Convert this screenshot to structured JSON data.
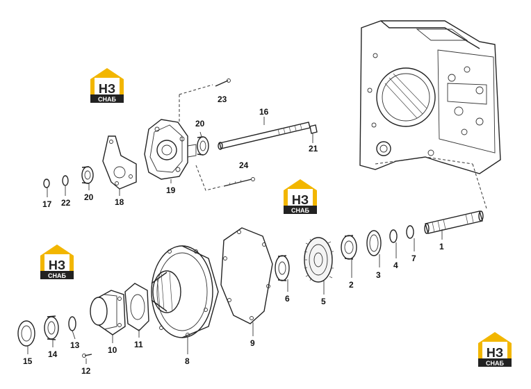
{
  "logo": {
    "main_text": "НЗ",
    "sub_text": "СНАБ",
    "roof_color": "#f2b600",
    "box_color": "#222222"
  },
  "callouts": {
    "c1": "1",
    "c2": "2",
    "c3": "3",
    "c4": "4",
    "c5": "5",
    "c6": "6",
    "c7": "7",
    "c8": "8",
    "c9": "9",
    "c10": "10",
    "c11": "11",
    "c12": "12",
    "c13": "13",
    "c14": "14",
    "c15": "15",
    "c16": "16",
    "c17": "17",
    "c18": "18",
    "c19": "19",
    "c20a": "20",
    "c20b": "20",
    "c21": "21",
    "c22": "22",
    "c23": "23",
    "c24": "24"
  }
}
